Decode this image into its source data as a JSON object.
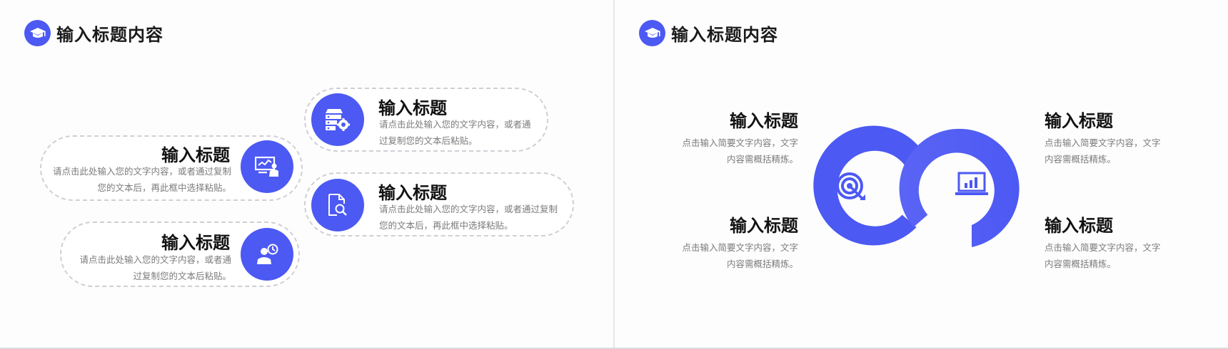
{
  "left": {
    "header_title": "输入标题内容",
    "items": [
      {
        "title": "输入标题",
        "desc1": "请点击此处输入您的文字内容，或者通",
        "desc2": "过复制您的文本后粘贴。",
        "icon": "server-gear-icon"
      },
      {
        "title": "输入标题",
        "desc1": "请点击此处输入您的文字内容，或者通过复制",
        "desc2": "您的文本后，再此框中选择粘贴。",
        "icon": "presentation-icon"
      },
      {
        "title": "输入标题",
        "desc1": "请点击此处输入您的文字内容，或者通过复制",
        "desc2": "您的文本后，再此框中选择粘贴。",
        "icon": "document-search-icon"
      },
      {
        "title": "输入标题",
        "desc1": "请点击此处输入您的文字内容，或者通",
        "desc2": "过复制您的文本后粘贴。",
        "icon": "user-clock-icon"
      }
    ]
  },
  "right": {
    "header_title": "输入标题内容",
    "items": [
      {
        "title": "输入标题",
        "desc1": "点击输入简要文字内容，文字",
        "desc2": "内容需概括精炼。"
      },
      {
        "title": "输入标题",
        "desc1": "点击输入简要文字内容，文字",
        "desc2": "内容需概括精炼。"
      },
      {
        "title": "输入标题",
        "desc1": "点击输入简要文字内容，文字",
        "desc2": "内容需概括精炼。"
      },
      {
        "title": "输入标题",
        "desc1": "点击输入简要文字内容，文字",
        "desc2": "内容需概括精炼。"
      }
    ],
    "center_icons": [
      "target-icon",
      "laptop-chart-icon"
    ]
  },
  "colors": {
    "accent": "#4c59f3",
    "accent_light": "#5a64f5",
    "title": "#111111",
    "desc": "#7b7b7b",
    "dashed": "#cfcfd6"
  }
}
